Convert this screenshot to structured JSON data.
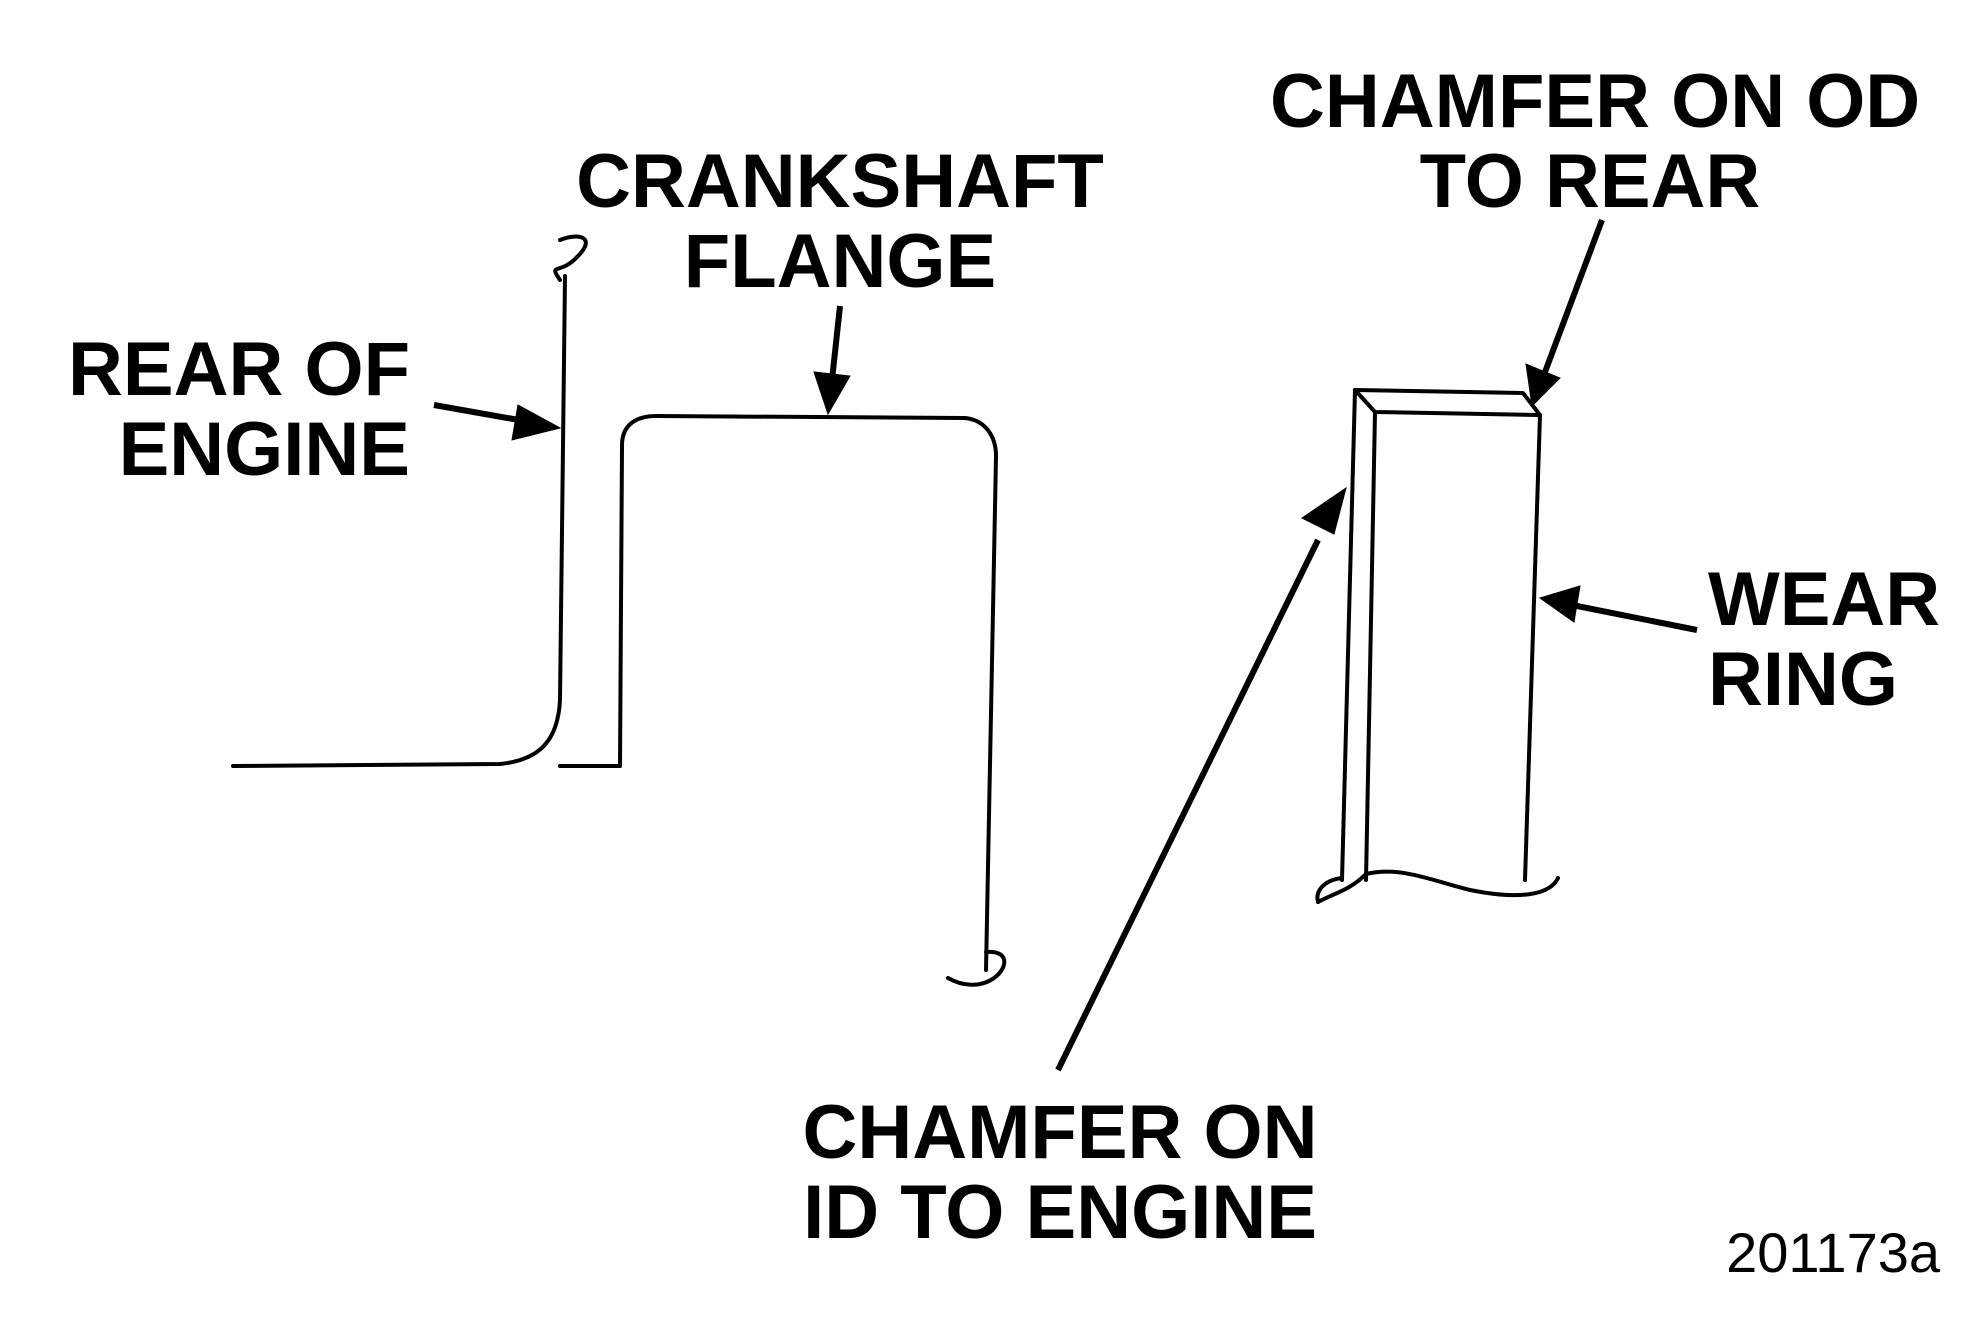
{
  "labels": {
    "chamfer_od": [
      "CHAMFER ON OD",
      "TO REAR"
    ],
    "crankshaft_flange": [
      "CRANKSHAFT",
      "FLANGE"
    ],
    "rear_of_engine": [
      "REAR OF",
      "ENGINE"
    ],
    "wear_ring": [
      "WEAR",
      "RING"
    ],
    "chamfer_id": [
      "CHAMFER ON",
      "ID TO ENGINE"
    ]
  },
  "figure_id": "201173a",
  "colors": {
    "line": "#000000",
    "background": "#ffffff"
  }
}
